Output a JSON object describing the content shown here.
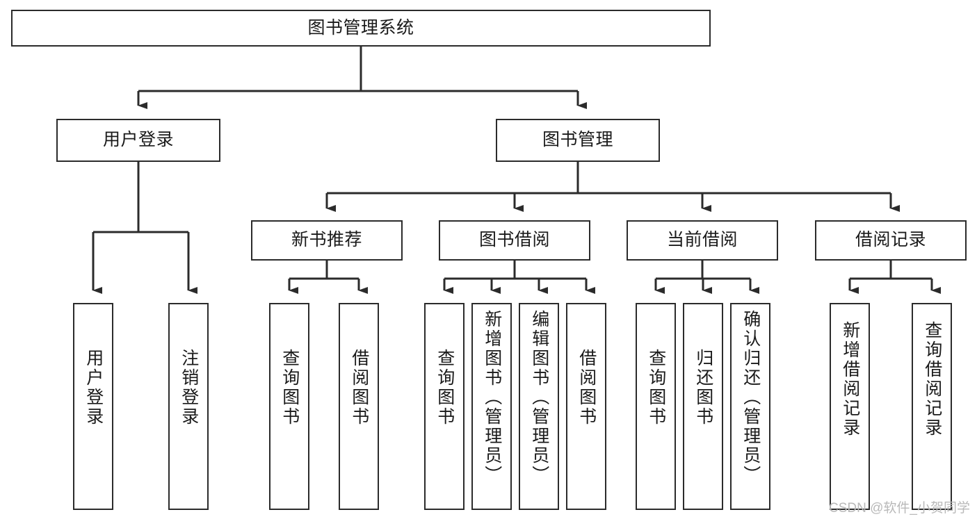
{
  "diagram": {
    "type": "tree-hierarchy",
    "title": "图书管理系统",
    "background_color": "#ffffff",
    "line_color": "#2b2b2b",
    "text_color": "#1a1a1a"
  },
  "nodes": {
    "root": {
      "label": "图书管理系统",
      "level": 1,
      "orientation": "horizontal"
    },
    "l2": [
      {
        "id": "user-login",
        "label": "用户登录",
        "level": 2,
        "orientation": "horizontal"
      },
      {
        "id": "book-management",
        "label": "图书管理",
        "level": 2,
        "orientation": "horizontal"
      }
    ],
    "l3": [
      {
        "id": "new-book-recommend",
        "label": "新书推荐",
        "level": 3,
        "orientation": "horizontal"
      },
      {
        "id": "book-borrow",
        "label": "图书借阅",
        "level": 3,
        "orientation": "horizontal"
      },
      {
        "id": "current-borrow",
        "label": "当前借阅",
        "level": 3,
        "orientation": "horizontal"
      },
      {
        "id": "borrow-record",
        "label": "借阅记录",
        "level": 3,
        "orientation": "horizontal"
      }
    ],
    "leaves": [
      {
        "id": "leaf-user-login",
        "label": "用户登录",
        "parent": "user-login",
        "orientation": "vertical"
      },
      {
        "id": "leaf-logout-login",
        "label": "注销登录",
        "parent": "user-login",
        "orientation": "vertical"
      },
      {
        "id": "leaf-query-book-1",
        "label": "查询图书",
        "parent": "new-book-recommend",
        "orientation": "vertical"
      },
      {
        "id": "leaf-borrow-book-1",
        "label": "借阅图书",
        "parent": "new-book-recommend",
        "orientation": "vertical"
      },
      {
        "id": "leaf-query-book-2",
        "label": "查询图书",
        "parent": "book-borrow",
        "orientation": "vertical"
      },
      {
        "id": "leaf-add-book",
        "label": "新增图书（管理员）",
        "parent": "book-borrow",
        "orientation": "vertical"
      },
      {
        "id": "leaf-edit-book",
        "label": "编辑图书（管理员）",
        "parent": "book-borrow",
        "orientation": "vertical"
      },
      {
        "id": "leaf-borrow-book-2",
        "label": "借阅图书",
        "parent": "book-borrow",
        "orientation": "vertical"
      },
      {
        "id": "leaf-query-book-3",
        "label": "查询图书",
        "parent": "current-borrow",
        "orientation": "vertical"
      },
      {
        "id": "leaf-return-book",
        "label": "归还图书",
        "parent": "current-borrow",
        "orientation": "vertical"
      },
      {
        "id": "leaf-confirm-return",
        "label": "确认归还（管理员）",
        "parent": "current-borrow",
        "orientation": "vertical"
      },
      {
        "id": "leaf-add-record",
        "label": "新增借阅记录",
        "parent": "borrow-record",
        "orientation": "vertical"
      },
      {
        "id": "leaf-query-record",
        "label": "查询借阅记录",
        "parent": "borrow-record",
        "orientation": "vertical"
      }
    ]
  },
  "watermark": {
    "text": "CSDN @软件_小贺同学"
  }
}
